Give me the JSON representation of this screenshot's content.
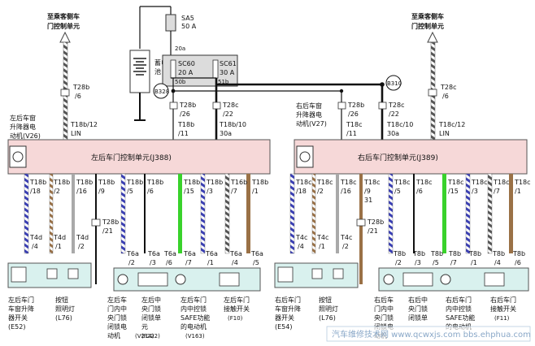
{
  "power": {
    "fuse_sa": "SA5",
    "fuse_sa_rating": "50 A",
    "battery_label_line1": "蓄电",
    "battery_label_line2": "池",
    "sc60": "SC60",
    "sc60_rating": "20 A",
    "sc61": "SC61",
    "sc61_rating": "30 A",
    "pin_20a": "20a",
    "pin_50b": "50b",
    "pin_51b": "51b",
    "node_b328": "B328",
    "node_b310": "B310"
  },
  "left": {
    "top_label_line1": "至乘客侧车",
    "top_label_line2": "门控制单元",
    "t28b6_line1": "T28b",
    "t28b6_line2": "/6",
    "t18b12_line1": "T18b/12",
    "t18b12_line2": "LIN",
    "motor_label_line1": "左后车窗",
    "motor_label_line2": "升降器电",
    "motor_label_line3": "动机(V26)",
    "t28b26_line1": "T28b",
    "t28b26_line2": "/26",
    "t28c22_line1": "T28c",
    "t28c22_line2": "/22",
    "t18b11_line1": "T18b",
    "t18b11_line2": "/11",
    "t18b10_line1": "T18b/10",
    "t18b10_line2": "30a",
    "unit_title": "左后车门控制单元(J388)",
    "bottom_pins": [
      {
        "l1": "T18b",
        "l2": "/18"
      },
      {
        "l1": "T18b",
        "l2": "/2"
      },
      {
        "l1": "T18b",
        "l2": "/16"
      },
      {
        "l1": "T18b",
        "l2": "/9"
      },
      {
        "l1": "T18b",
        "l2": "/5"
      },
      {
        "l1": "T18b",
        "l2": "/6"
      },
      {
        "l1": "T18b",
        "l2": "/15"
      },
      {
        "l1": "T18b",
        "l2": "/3"
      },
      {
        "l1": "T16b",
        "l2": "/7"
      },
      {
        "l1": "T18b",
        "l2": "/1"
      }
    ],
    "t4d4_line1": "T4d",
    "t4d4_line2": "/4",
    "t4d1_line1": "T4d",
    "t4d1_line2": "/1",
    "t4d2_line1": "T4d",
    "t4d2_line2": "/2",
    "t28b21_line1": "T28b",
    "t28b21_line2": "/21",
    "t6a_pins": [
      {
        "l1": "T6a",
        "l2": "/2"
      },
      {
        "l1": "T6a",
        "l2": "/3"
      },
      {
        "l1": "T6a",
        "l2": "/6"
      },
      {
        "l1": "T6a",
        "l2": "/7"
      },
      {
        "l1": "T6a",
        "l2": "/1"
      },
      {
        "l1": "T6a",
        "l2": "/4"
      },
      {
        "l1": "T6a",
        "l2": "/5"
      }
    ],
    "comp_e52": [
      "左后车门",
      "车窗升降",
      "器开关",
      "(E52)"
    ],
    "comp_l76": [
      "按钮",
      "照明灯",
      "(L76)"
    ],
    "comp_v214": [
      "左后车",
      "门内中",
      "央门锁",
      "闭锁电",
      "动机",
      "(V214)"
    ],
    "comp_f222": [
      "左后中",
      "央门锁",
      "闭锁单",
      "元",
      "(F222)"
    ],
    "comp_v163": [
      "左后车门",
      "内中控锁",
      "SAFE功能",
      "的电动机",
      "(V163)"
    ],
    "comp_f10": [
      "左后车门",
      "接触开关",
      "(F10)"
    ]
  },
  "right": {
    "top_label_line1": "至乘客侧车",
    "top_label_line2": "门控制单元",
    "t28c6_line1": "T28c",
    "t28c6_line2": "/6",
    "t18c12_line1": "T18c/12",
    "t18c12_line2": "LIN",
    "motor_label_line1": "右后车窗",
    "motor_label_line2": "升降器电",
    "motor_label_line3": "动机(V27)",
    "t28b26_line1": "T28b",
    "t28b26_line2": "/26",
    "t28c22_line1": "T28c",
    "t28c22_line2": "/22",
    "t18c11_line1": "T18c",
    "t18c11_line2": "/11",
    "t18c10_line1": "T18c/10",
    "t18c10_line2": "30a",
    "unit_title": "右后车门控制单元(J389)",
    "bottom_pins": [
      {
        "l1": "T18c",
        "l2": "/18"
      },
      {
        "l1": "T18c",
        "l2": "/2"
      },
      {
        "l1": "T18c",
        "l2": "/16"
      },
      {
        "l1": "T18c",
        "l2": "/9"
      },
      {
        "l1": "T18c",
        "l2": "/5"
      },
      {
        "l1": "T18c",
        "l2": "/6"
      },
      {
        "l1": "T18c",
        "l2": "/15"
      },
      {
        "l1": "T18c",
        "l2": "/3"
      },
      {
        "l1": "T18c",
        "l2": "/7"
      },
      {
        "l1": "T18c",
        "l2": "/1"
      }
    ],
    "t18c9_extra": "31",
    "t4c4_line1": "T4c",
    "t4c4_line2": "/4",
    "t4c1_line1": "T4c",
    "t4c1_line2": "/1",
    "t4c2_line1": "T4c",
    "t4c2_line2": "/2",
    "t28b21_line1": "T28b",
    "t28b21_line2": "/21",
    "t8b_pins": [
      {
        "l1": "T8b",
        "l2": "/2"
      },
      {
        "l1": "T8b",
        "l2": "/3"
      },
      {
        "l1": "T8b",
        "l2": "/5"
      },
      {
        "l1": "T8b",
        "l2": "/7"
      },
      {
        "l1": "T8b",
        "l2": "/1"
      },
      {
        "l1": "T8b",
        "l2": "/4"
      },
      {
        "l1": "T8b",
        "l2": "/6"
      }
    ],
    "comp_e54": [
      "右后车门",
      "车窗升降",
      "器开关",
      "(E54)"
    ],
    "comp_l76": [
      "按钮",
      "照明灯",
      "(L76)"
    ],
    "comp_v215": [
      "右后车",
      "门内中",
      "央门锁",
      "闭锁电",
      "动机"
    ],
    "comp_f223": [
      "右后中",
      "央门锁",
      "闭锁单"
    ],
    "comp_v164": [
      "右后车门",
      "内中控锁",
      "SAFE功能",
      "的电动机"
    ],
    "comp_f11": [
      "右后车门",
      "接触开关",
      "(F11)"
    ]
  },
  "watermark": "汽车维修技术网 www.qcwxjs.com bbs.ehphua.com",
  "colors": {
    "module_fill": "#f6d8d8",
    "module_stroke": "#555555",
    "component_fill": "#d9f1ee",
    "wire_green": "#39d22b",
    "wire_brown": "#9a7146",
    "wire_grey": "#a9a9a9",
    "wire_blue": "#3a3fb5",
    "fuse_fill": "#dcdcdc",
    "node_fill": "#ffffff"
  }
}
